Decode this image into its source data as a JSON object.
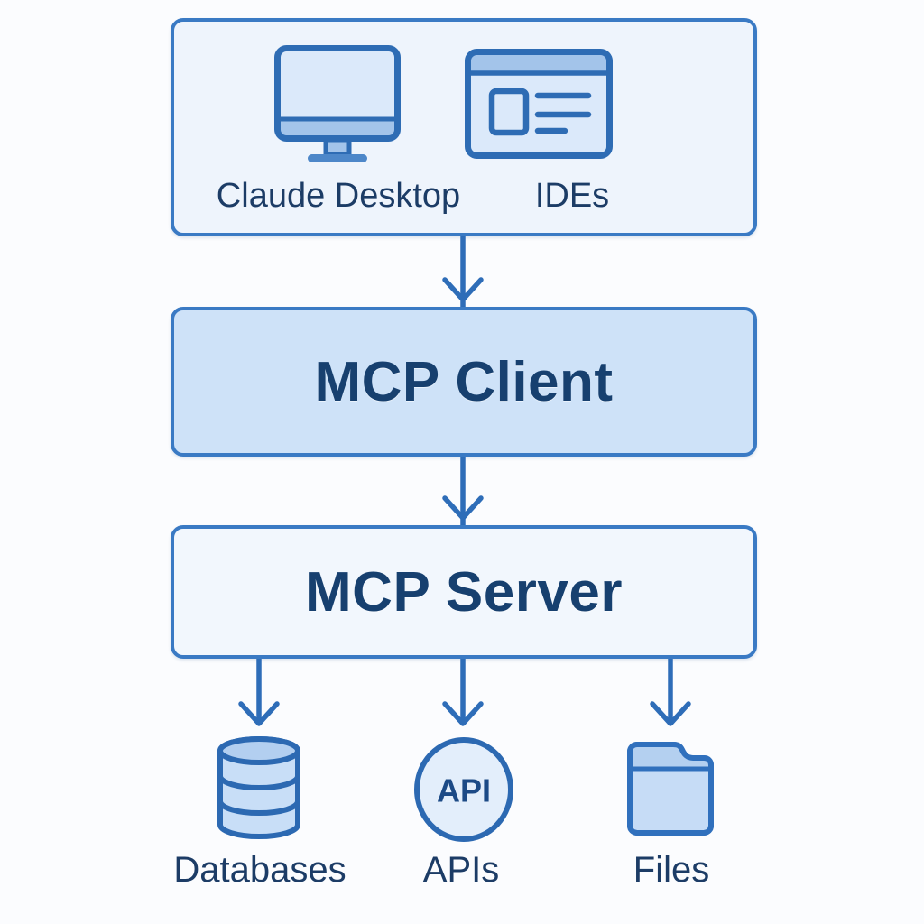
{
  "top_box": {
    "items": [
      {
        "label": "Claude Desktop",
        "icon": "desktop-monitor-icon"
      },
      {
        "label": "IDEs",
        "icon": "ide-window-icon"
      }
    ]
  },
  "client_box": {
    "label": "MCP Client"
  },
  "server_box": {
    "label": "MCP Server"
  },
  "bottom": {
    "items": [
      {
        "label": "Databases",
        "icon": "database-icon"
      },
      {
        "label": "APIs",
        "icon": "api-circle-icon",
        "icon_text": "API"
      },
      {
        "label": "Files",
        "icon": "folder-icon"
      }
    ]
  },
  "icons": [
    "desktop-monitor-icon",
    "ide-window-icon",
    "arrow-down-icon",
    "database-icon",
    "api-circle-icon",
    "folder-icon"
  ],
  "colors": {
    "page_background": "#fbfcfe",
    "box_border": "#3a7ac4",
    "top_box_fill": "#eef4fc",
    "client_box_fill": "#cee2f8",
    "server_box_fill": "#f2f7fd",
    "arrow": "#2e6db8",
    "icon_outline": "#2e6cb4",
    "icon_fill_light": "#dbe9fa",
    "icon_fill_medium": "#a3c4ea",
    "title_text": "#17406f",
    "label_text": "#1c3c66",
    "api_text": "#1c4a86"
  }
}
